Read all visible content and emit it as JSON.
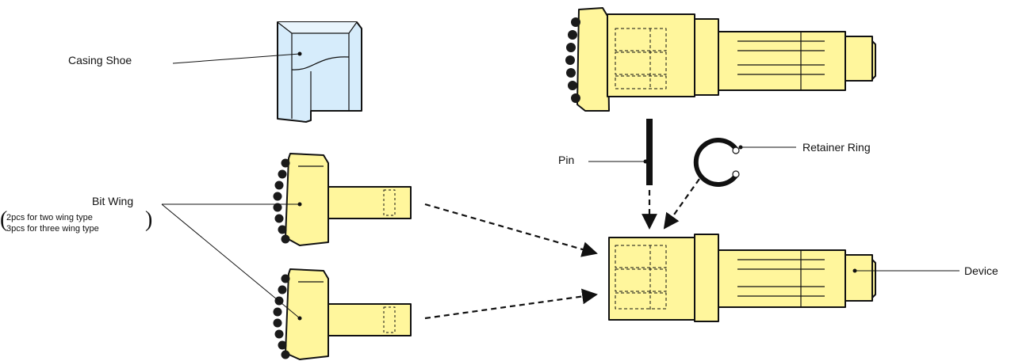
{
  "labels": {
    "casing_shoe": "Casing Shoe",
    "bit_wing": "Bit Wing",
    "bit_wing_note_1": "2pcs for two wing type",
    "bit_wing_note_2": "3pcs for three wing type",
    "pin": "Pin",
    "retainer_ring": "Retainer Ring",
    "device": "Device"
  },
  "colors": {
    "yellow_part": "#fff69c",
    "blue_part": "#d6ecfb",
    "outline": "#111111",
    "cutter": "#1a1a1a"
  }
}
